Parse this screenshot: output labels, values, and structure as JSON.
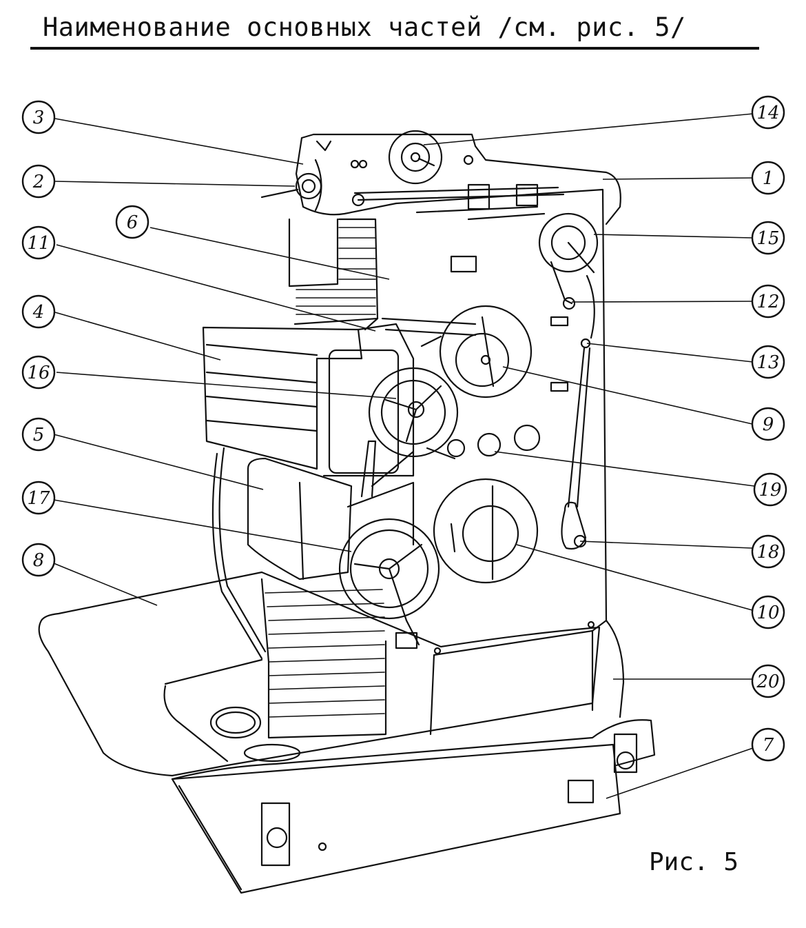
{
  "title": "Наименование основных частей /см. рис. 5/",
  "figure_caption": "Рис. 5",
  "callouts": [
    {
      "id": "callout-3",
      "label": "3"
    },
    {
      "id": "callout-2",
      "label": "2"
    },
    {
      "id": "callout-6",
      "label": "6"
    },
    {
      "id": "callout-11",
      "label": "11"
    },
    {
      "id": "callout-4",
      "label": "4"
    },
    {
      "id": "callout-16",
      "label": "16"
    },
    {
      "id": "callout-5",
      "label": "5"
    },
    {
      "id": "callout-17",
      "label": "17"
    },
    {
      "id": "callout-8",
      "label": "8"
    },
    {
      "id": "callout-14",
      "label": "14"
    },
    {
      "id": "callout-1",
      "label": "1"
    },
    {
      "id": "callout-15",
      "label": "15"
    },
    {
      "id": "callout-12",
      "label": "12"
    },
    {
      "id": "callout-13",
      "label": "13"
    },
    {
      "id": "callout-9",
      "label": "9"
    },
    {
      "id": "callout-19",
      "label": "19"
    },
    {
      "id": "callout-18",
      "label": "18"
    },
    {
      "id": "callout-10",
      "label": "10"
    },
    {
      "id": "callout-20",
      "label": "20"
    },
    {
      "id": "callout-7",
      "label": "7"
    }
  ]
}
